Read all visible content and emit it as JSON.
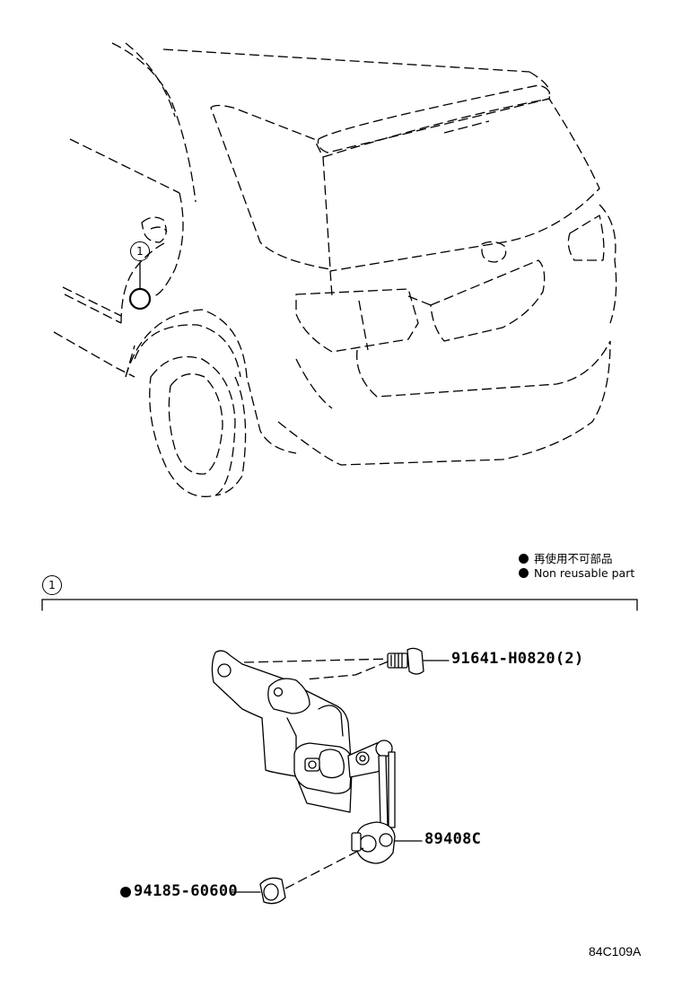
{
  "callouts": {
    "view_ref": "1",
    "section_ref": "1"
  },
  "legend": {
    "line_ja": "再使用不可部品",
    "line_en": "Non  reusable part"
  },
  "parts": {
    "bolt": "91641-H0820(2)",
    "sensor": "89408C",
    "nut": "94185-60600",
    "nut_non_reusable": true
  },
  "diagram_code": "84C109A"
}
